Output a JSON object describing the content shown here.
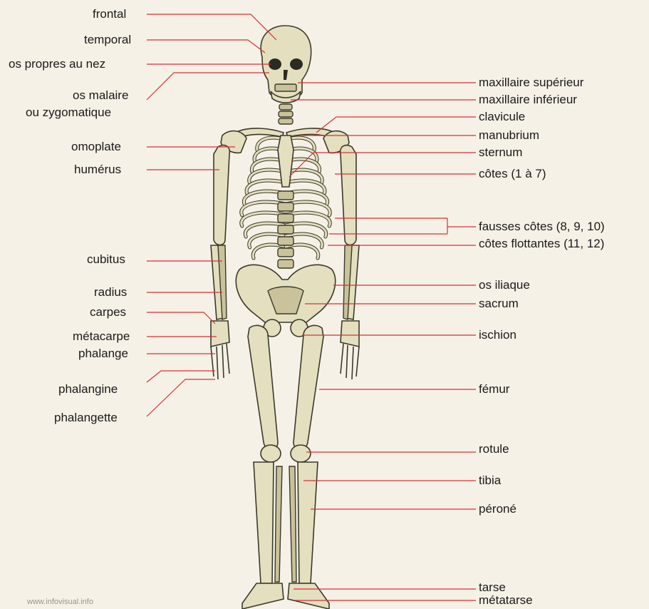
{
  "labels_left": {
    "frontal": "frontal",
    "temporal": "temporal",
    "os_propres": "os propres au nez",
    "os_malaire_1": "os malaire",
    "os_malaire_2": "ou zygomatique",
    "omoplate": "omoplate",
    "humerus": "humérus",
    "cubitus": "cubitus",
    "radius": "radius",
    "carpes": "carpes",
    "metacarpe": "métacarpe",
    "phalange": "phalange",
    "phalangine": "phalangine",
    "phalangette": "phalangette"
  },
  "labels_right": {
    "maxillaire_sup": "maxillaire supérieur",
    "maxillaire_inf": "maxillaire inférieur",
    "clavicule": "clavicule",
    "manubrium": "manubrium",
    "sternum": "sternum",
    "cotes": "côtes (1 à 7)",
    "fausses_cotes": "fausses côtes (8, 9, 10)",
    "cotes_flottantes": "côtes flottantes (11, 12)",
    "os_iliaque": "os iliaque",
    "sacrum": "sacrum",
    "ischion": "ischion",
    "femur": "fémur",
    "rotule": "rotule",
    "tibia": "tibia",
    "perone": "péroné",
    "tarse": "tarse",
    "metatarse": "métatarse"
  },
  "credit": "www.infovisual.info",
  "colors": {
    "leader_line": "#d6303a",
    "bone": "#e4dfbf",
    "background": "#f6f1e6"
  }
}
